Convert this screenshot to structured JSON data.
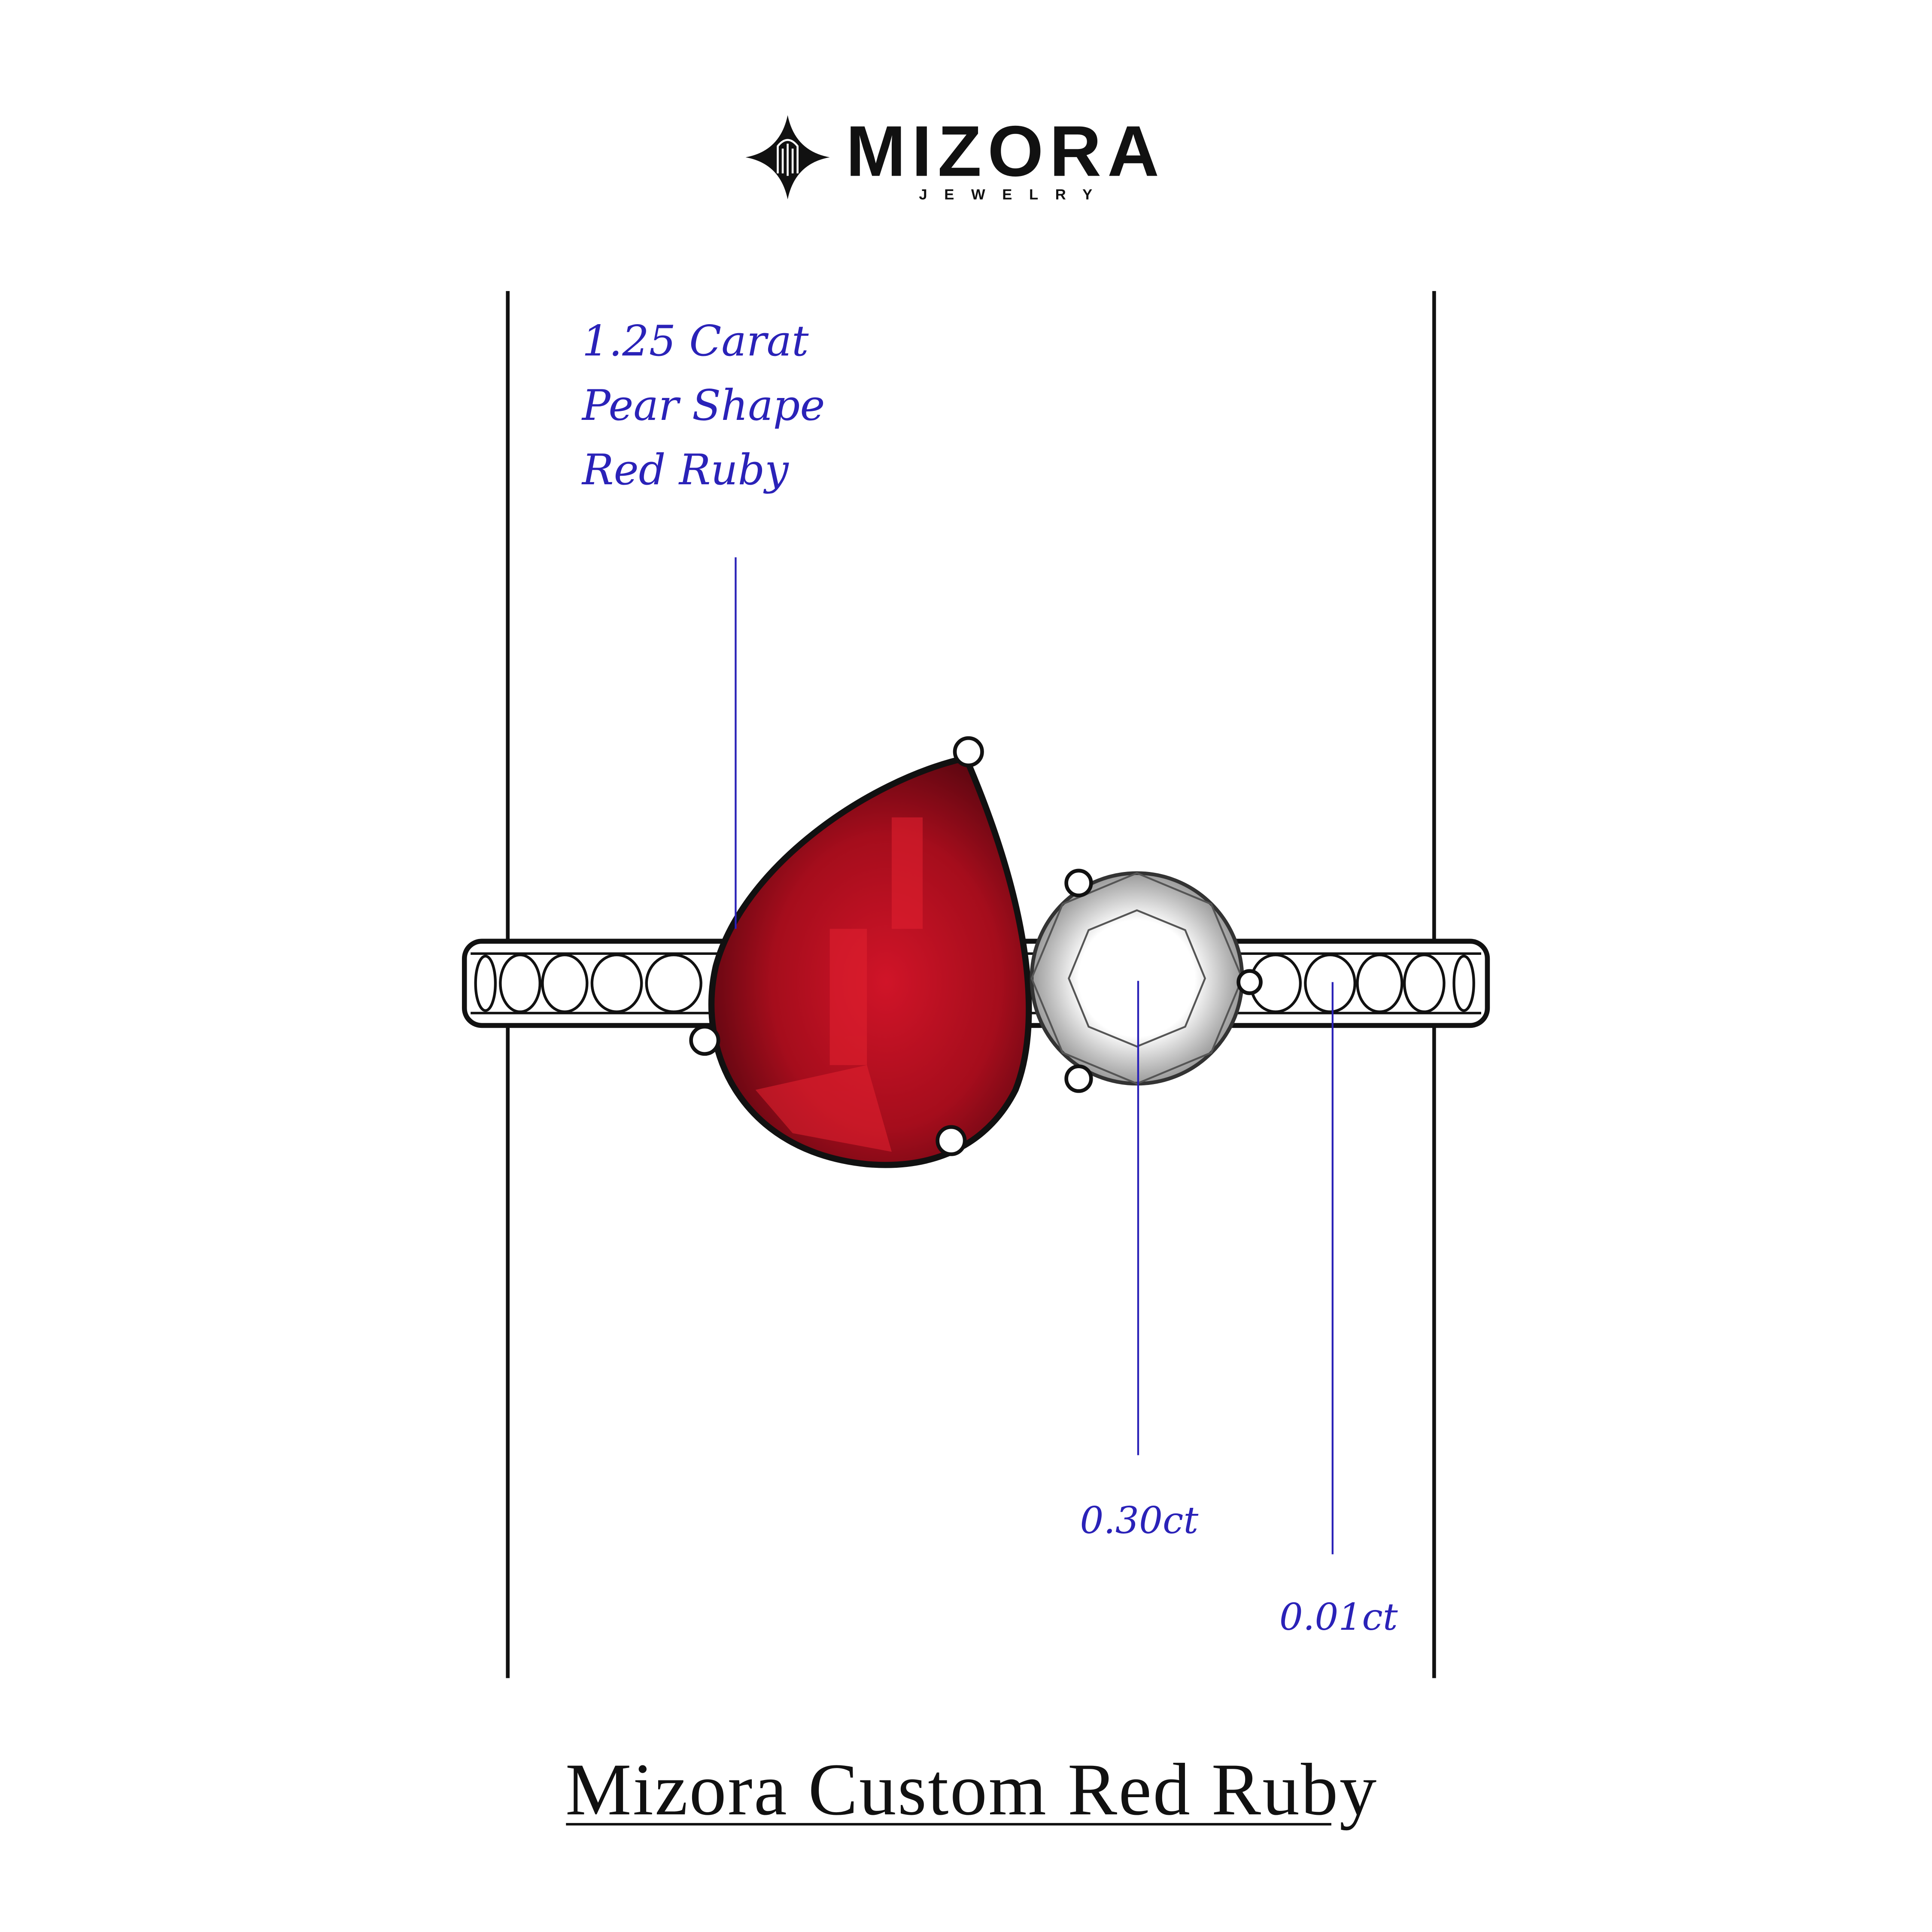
{
  "brand": {
    "name": "MIZORA",
    "tagline": "JEWELRY"
  },
  "annotations": {
    "center_stone": [
      "1.25 Carat",
      "Pear Shape",
      "Red Ruby"
    ],
    "side_stone": "0.30ct",
    "band_stone": "0.01ct"
  },
  "title": "Mizora Custom Red Ruby",
  "colors": {
    "ruby": "#b0101c",
    "annotation": "#2a22b8",
    "ink": "#111111"
  }
}
